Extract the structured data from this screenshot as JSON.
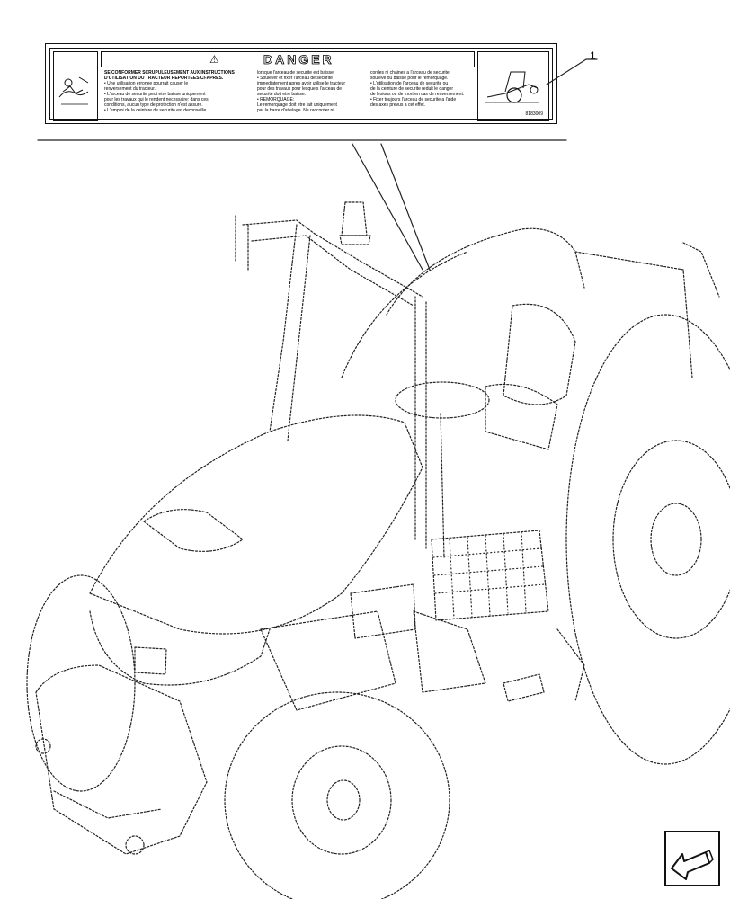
{
  "decal": {
    "title": "DANGER",
    "warning_icon": "warning-triangle-icon",
    "col1": [
      "SE CONFORMER SCRUPULEUSEMENT AUX INSTRUCTIONS",
      "D'UTILISATION DU TRACTEUR REPORTEES CI-APRES.",
      "• Une utilisation erronee pourrait causer le",
      "  renversement du tracteur.",
      "• L'arceau de securite peut etre baisse uniquement",
      "  pour les travaux qui le rendent necessaire: dans ces",
      "  conditions, aucun type de protection n'est assure.",
      "• L'emploi de la ceinture de securite est deconseille"
    ],
    "col2": [
      "lorsque l'arceau de securite est baisse.",
      "• Soulever et fixer l'arceau de securite",
      "  immediatement apres avoir utilise le tracteur",
      "  pour des travaux pour lesquels l'arceau de",
      "  securite doit etre baisse.",
      "• REMORQUAGE:",
      "  Le remorquage doit etre fait uniquement",
      "  par la barre d'attelage. Ne raccorder ni"
    ],
    "col3": [
      "cordes ni chaines a l'arceau de securite",
      "souleve ou baisse pour le remorquage.",
      "• L'utilisation de l'arceau de securite ou",
      "  de la ceinture de securite reduit le danger",
      "  de lesions ou de mort en cas de renversement.",
      "• Fixer toujours l'arceau de securite a l'aide",
      "  des axes prevus a cet effet."
    ],
    "part_code": "8183009"
  },
  "callout_label": "1",
  "nav": {
    "icon": "next-page-arrow-icon"
  }
}
